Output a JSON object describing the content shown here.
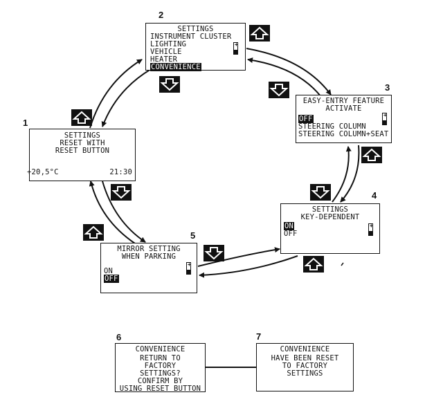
{
  "screens": {
    "s1": {
      "number": "1",
      "lines": [
        "SETTINGS",
        "RESET WITH",
        "RESET BUTTON"
      ],
      "temperature": "+20,5°C",
      "time": "21:30"
    },
    "s2": {
      "number": "2",
      "title": "SETTINGS",
      "items": [
        "INSTRUMENT CLUSTER",
        "LIGHTING",
        "VEHICLE",
        "HEATER"
      ],
      "selected": "CONVENIENCE"
    },
    "s3": {
      "number": "3",
      "lines": [
        "EASY-ENTRY FEATURE",
        "ACTIVATE"
      ],
      "selected": "OFF",
      "items": [
        "STEERING COLUMN",
        "STEERING COLUMN+SEAT"
      ]
    },
    "s4": {
      "number": "4",
      "lines": [
        "SETTINGS",
        "KEY-DEPENDENT"
      ],
      "selected": "ON",
      "items": [
        "OFF"
      ]
    },
    "s5": {
      "number": "5",
      "lines": [
        "MIRROR SETTING",
        "WHEN PARKING"
      ],
      "items": [
        "ON"
      ],
      "selected": "OFF"
    },
    "s6": {
      "number": "6",
      "lines": [
        "CONVENIENCE",
        "RETURN TO",
        "FACTORY",
        "SETTINGS?",
        "CONFIRM BY",
        "USING RESET BUTTON"
      ]
    },
    "s7": {
      "number": "7",
      "lines": [
        "CONVENIENCE",
        "HAVE BEEN RESET",
        "TO FACTORY",
        "SETTINGS"
      ]
    }
  },
  "icons": {
    "up": "up-arrow-button-icon",
    "down": "down-arrow-button-icon",
    "battery": "battery-icon"
  }
}
